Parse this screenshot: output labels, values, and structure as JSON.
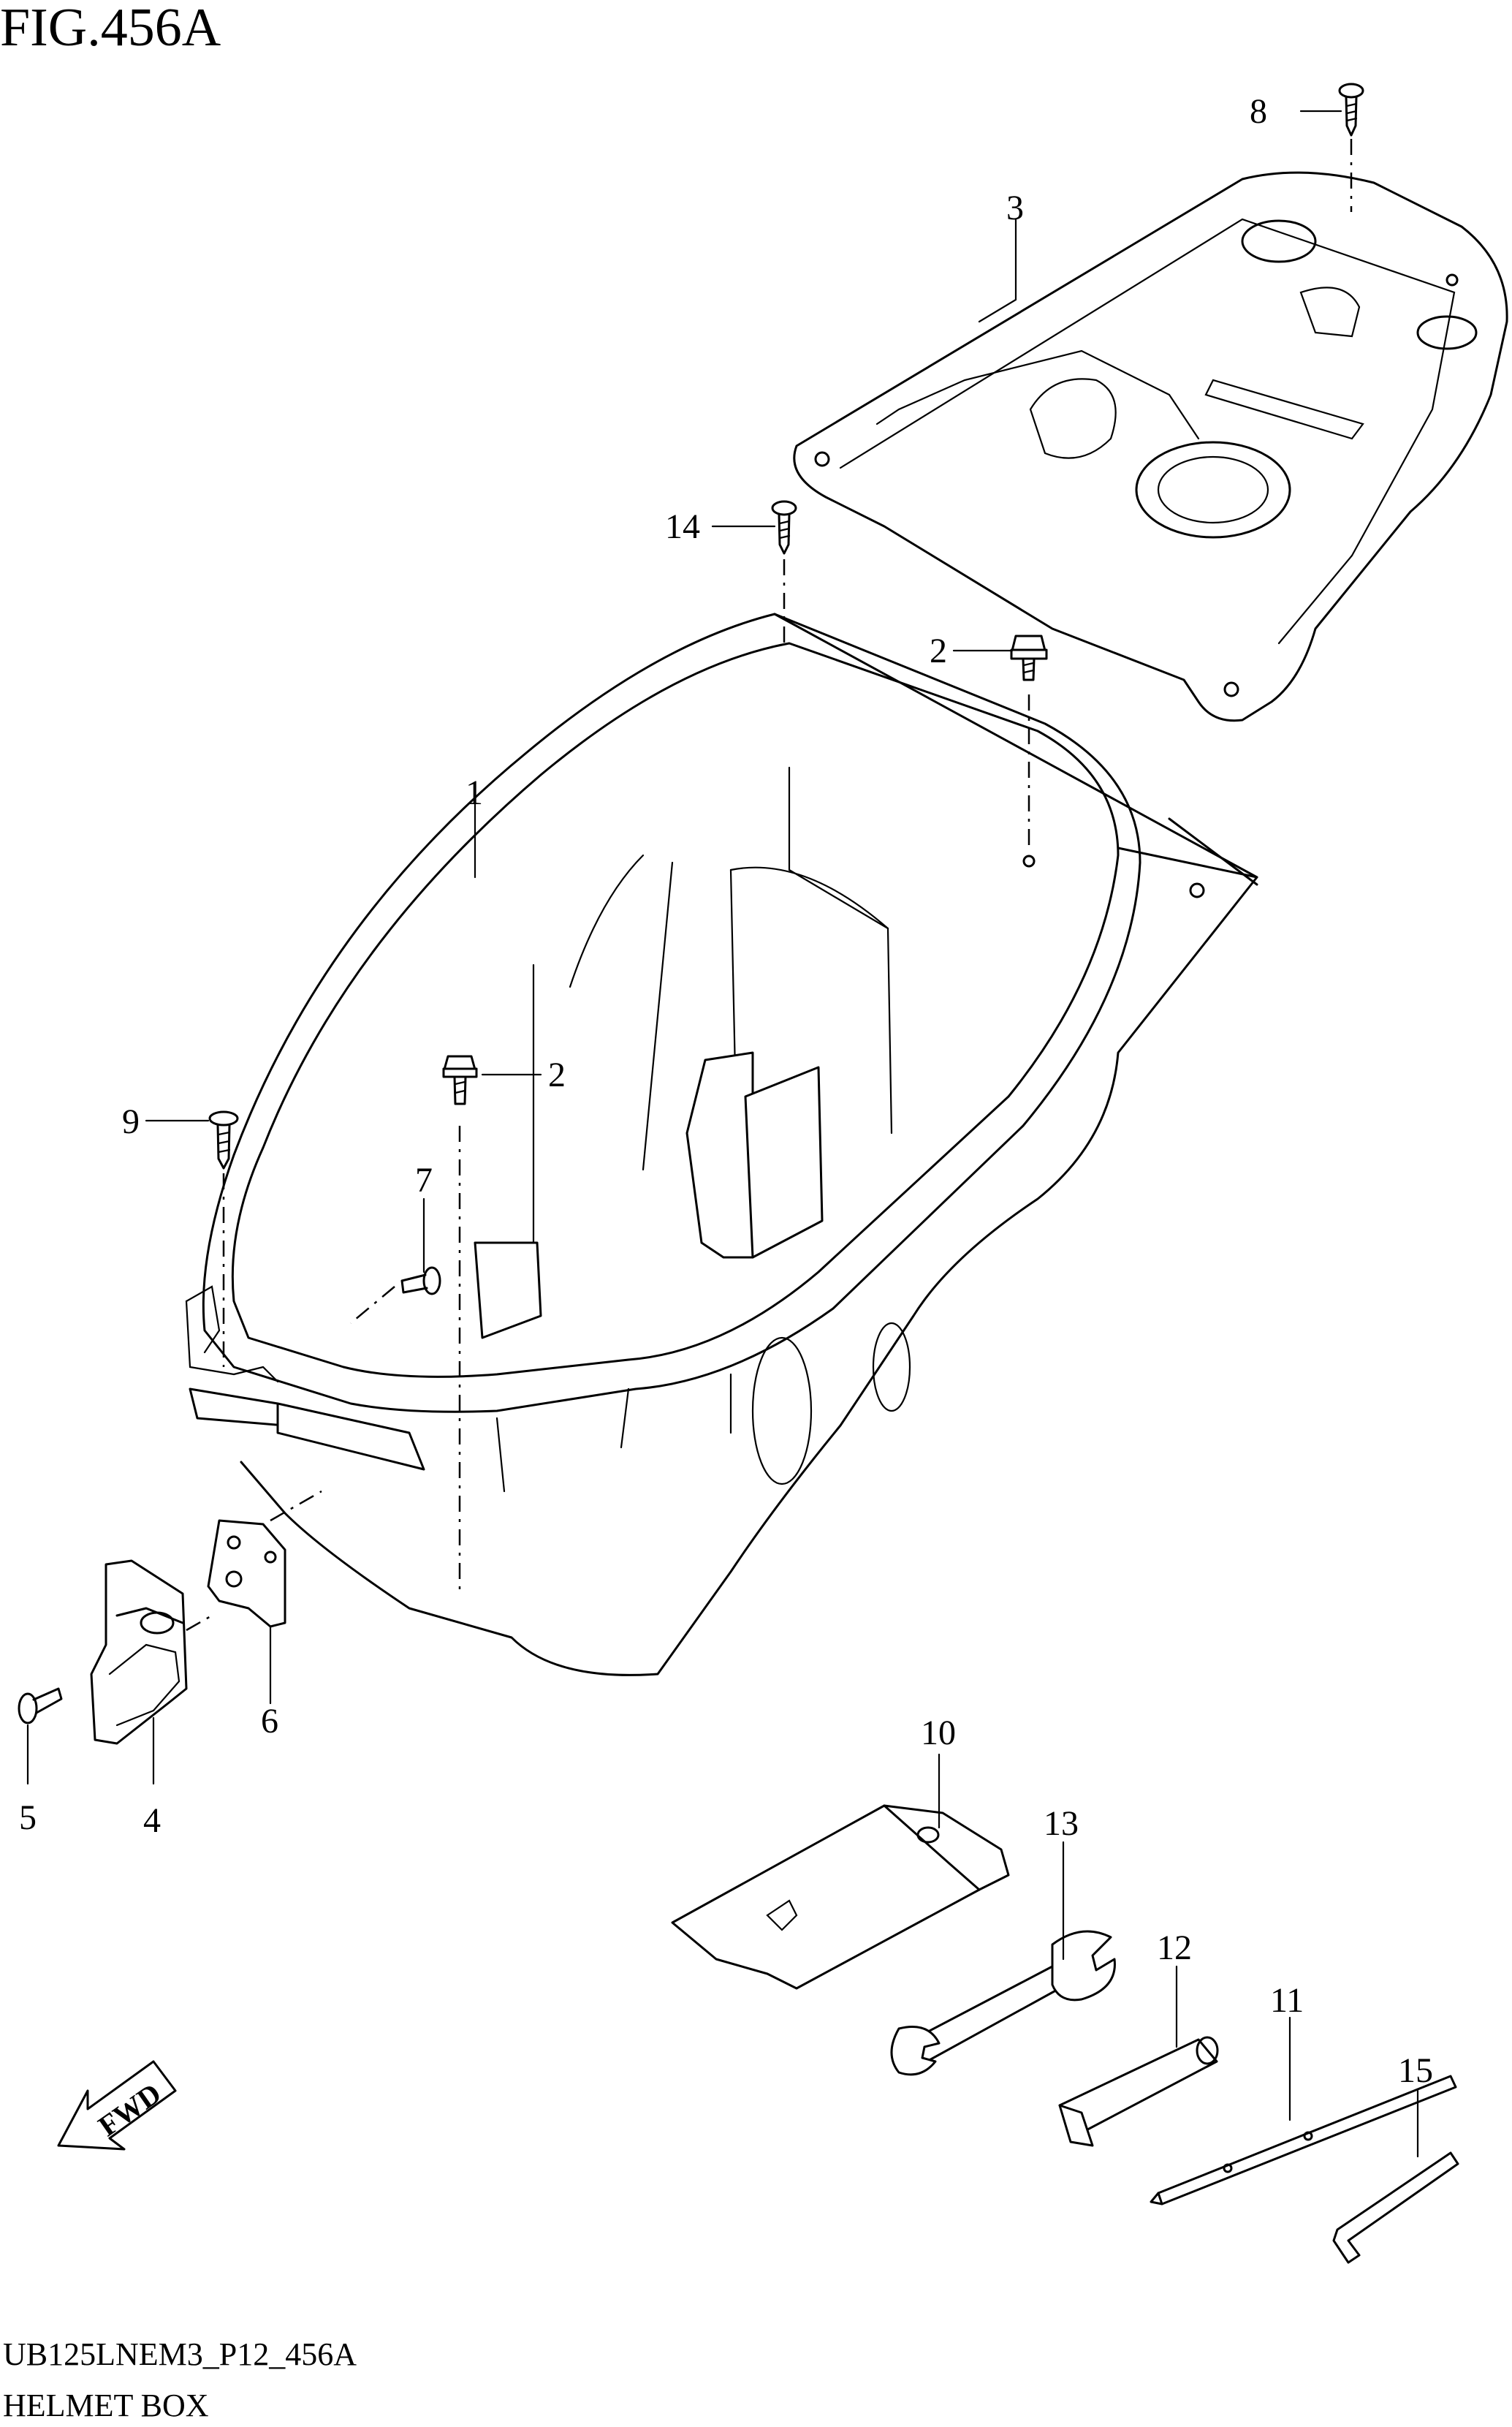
{
  "figure": {
    "title": "FIG.456A",
    "code": "UB125LNEM3_P12_456A",
    "name": "HELMET BOX"
  },
  "callouts": [
    {
      "id": "c1",
      "label": "1"
    },
    {
      "id": "c2a",
      "label": "2"
    },
    {
      "id": "c2b",
      "label": "2"
    },
    {
      "id": "c3",
      "label": "3"
    },
    {
      "id": "c4",
      "label": "4"
    },
    {
      "id": "c5",
      "label": "5"
    },
    {
      "id": "c6",
      "label": "6"
    },
    {
      "id": "c7",
      "label": "7"
    },
    {
      "id": "c8",
      "label": "8"
    },
    {
      "id": "c9",
      "label": "9"
    },
    {
      "id": "c10",
      "label": "10"
    },
    {
      "id": "c11",
      "label": "11"
    },
    {
      "id": "c12",
      "label": "12"
    },
    {
      "id": "c13",
      "label": "13"
    },
    {
      "id": "c14",
      "label": "14"
    },
    {
      "id": "c15",
      "label": "15"
    }
  ],
  "fwd_arrow": {
    "label": "FWD"
  }
}
